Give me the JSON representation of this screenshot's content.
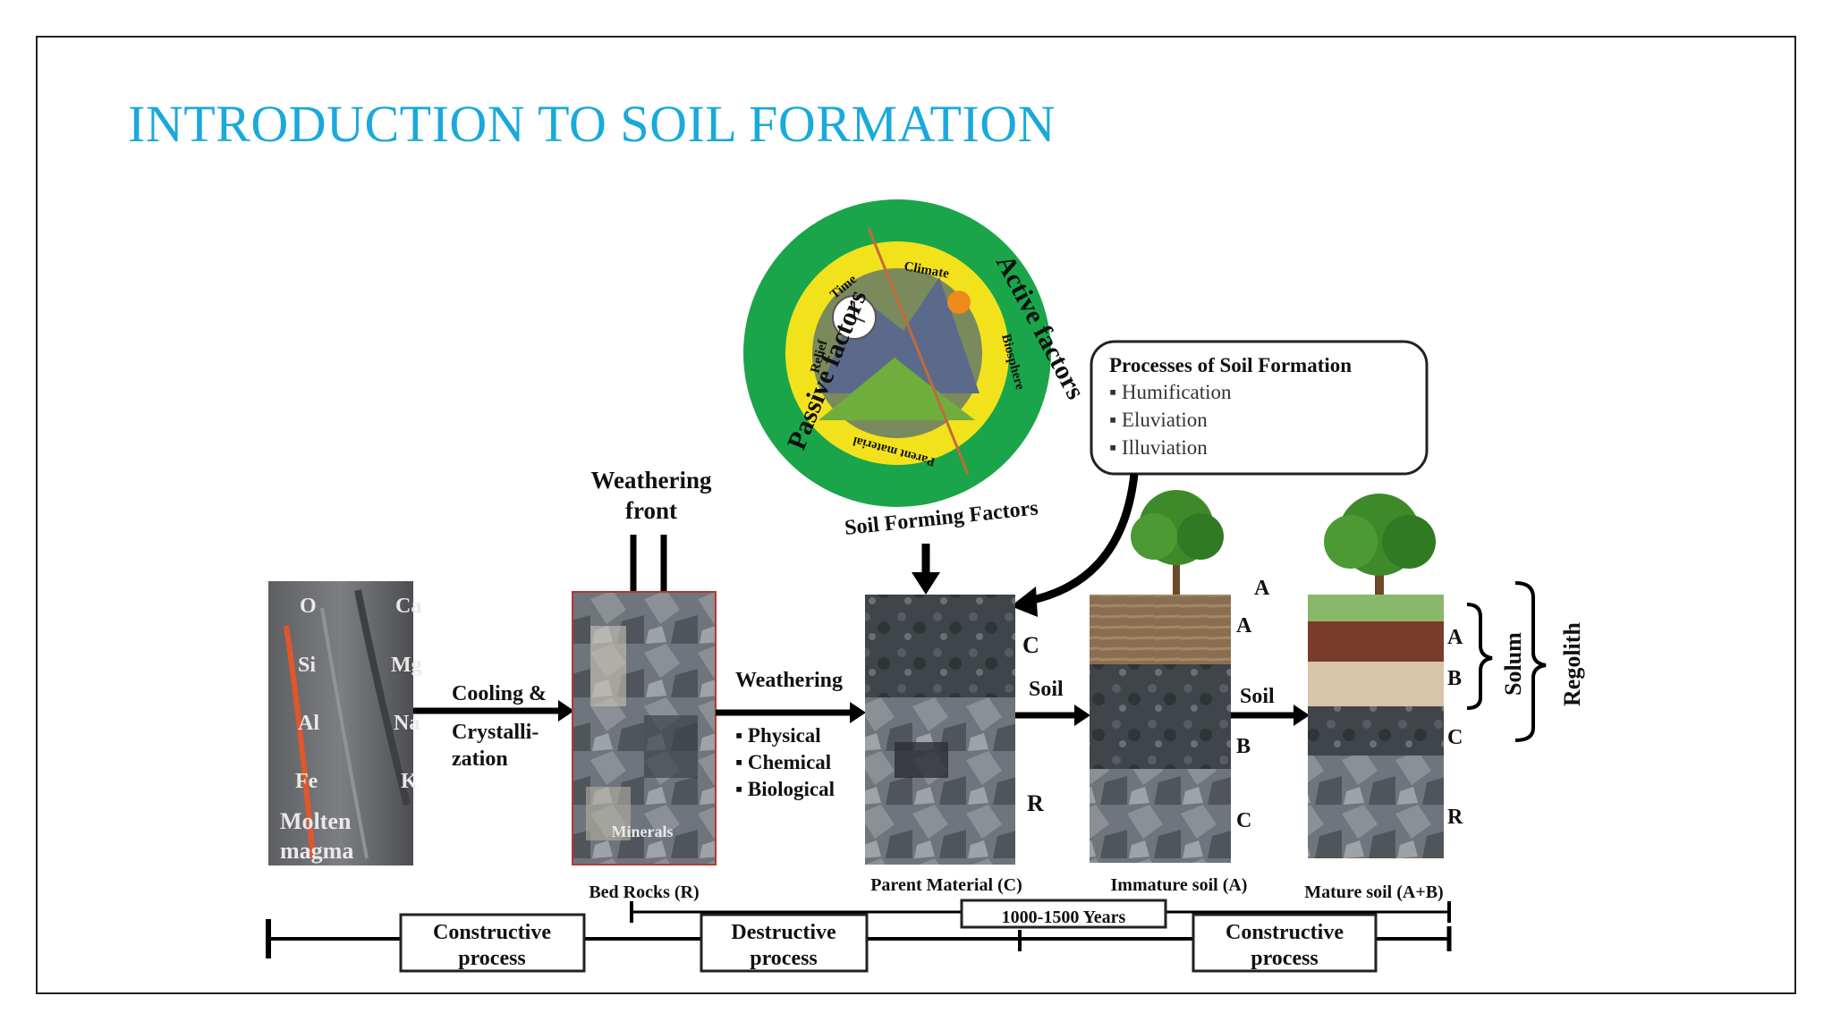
{
  "slide": {
    "title": "INTRODUCTION TO SOIL FORMATION"
  },
  "diagram": {
    "magma_elements": [
      "O",
      "Ca",
      "Si",
      "Mg",
      "Al",
      "Na",
      "Fe",
      "K"
    ],
    "magma_label_1": "Molten",
    "magma_label_2": "magma",
    "cooling_1": "Cooling &",
    "cooling_2": "Crystalli-",
    "cooling_3": "zation",
    "weathering_front_1": "Weathering",
    "weathering_front_2": "front",
    "minerals_label": "Minerals",
    "bedrock_caption": "Bed Rocks (R)",
    "weathering": "Weathering",
    "weathering_types": [
      "▪ Physical",
      "▪ Chemical",
      "▪ Biological"
    ],
    "factors_circle": {
      "passive": "Passive factors",
      "active": "Active factors",
      "inner": [
        "Time",
        "Climate",
        "Relief",
        "Biosphere",
        "Parent material"
      ],
      "caption": "Soil Forming Factors"
    },
    "processes_box": {
      "title": "Processes of Soil Formation",
      "items": [
        "▪  Humification",
        "▪  Eluviation",
        "▪  Illuviation"
      ]
    },
    "parent_material": {
      "horizons": [
        "C",
        "R"
      ],
      "caption": "Parent Material (C)"
    },
    "soil_arrow_1": "Soil",
    "immature_soil": {
      "horizons": [
        "A",
        "A",
        "B",
        "C"
      ],
      "caption": "Immature soil (A)"
    },
    "soil_arrow_2": "Soil",
    "mature_soil": {
      "horizons": [
        "A",
        "B",
        "C",
        "R"
      ],
      "caption": "Mature soil (A+B)"
    },
    "solum": "Solum",
    "regolith": "Regolith",
    "timeline": {
      "years": "1000-1500 Years",
      "processes": [
        {
          "line1": "Constructive",
          "line2": "process"
        },
        {
          "line1": "Destructive",
          "line2": "process"
        },
        {
          "line1": "Constructive",
          "line2": "process"
        }
      ]
    },
    "colors": {
      "title": "#19a9dc",
      "green_ring": "#1aa54a",
      "yellow_ring": "#f2e21c"
    }
  }
}
